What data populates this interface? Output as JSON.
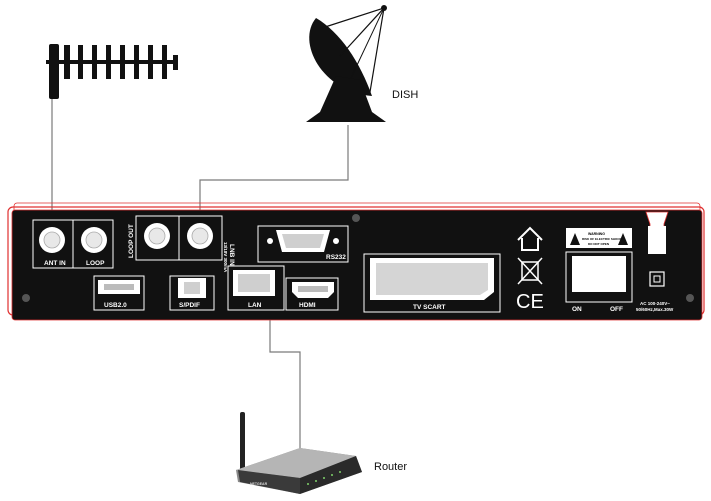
{
  "labels": {
    "dish": "DISH",
    "router": "Router"
  },
  "ports": {
    "ant_in": "ANT IN",
    "loop": "LOOP",
    "loop_out": "LOOP OUT",
    "lnb_in": "LNB IN",
    "lnb_in_sub": "13/18V 300mA",
    "rs232": "RS232",
    "usb": "USB2.0",
    "spdif": "S/PDIF",
    "lan": "LAN",
    "hdmi": "HDMI",
    "tv_scart": "TV SCART",
    "on": "ON",
    "off": "OFF"
  },
  "panel": {
    "warning_title": "WARNING",
    "warning_text_1": "RISK OF ELECTRIC SHOCK",
    "warning_text_2": "DO NOT OPEN",
    "power_rating_1": "AC 100-240V~",
    "power_rating_2": "50/60Hz,Max.30W",
    "ce_mark": "CE"
  },
  "router_brand": "NETGEAR",
  "colors": {
    "panel": "#111111",
    "outline": "#e03030",
    "wire": "#7a7a7a"
  }
}
